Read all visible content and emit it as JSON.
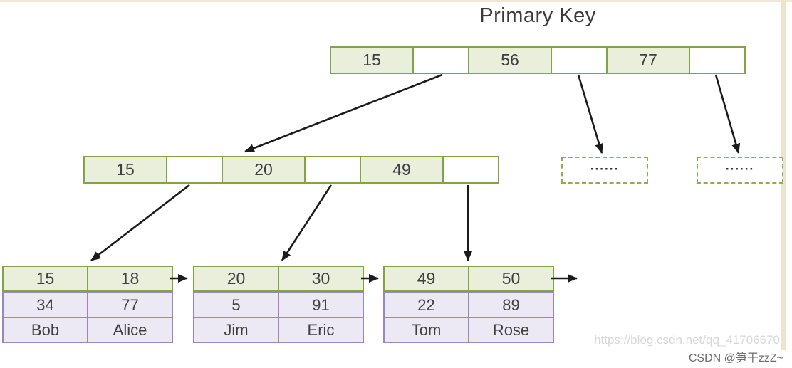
{
  "title": "Primary Key",
  "root_node": {
    "cells": [
      "15",
      "",
      "56",
      "",
      "77",
      ""
    ]
  },
  "internal_node": {
    "cells": [
      "15",
      "",
      "20",
      "",
      "49",
      ""
    ]
  },
  "dashed_node_1": {
    "label": "......"
  },
  "dashed_node_2": {
    "label": "......"
  },
  "leaf_nodes": [
    {
      "rows": [
        [
          "15",
          "18"
        ],
        [
          "34",
          "77"
        ],
        [
          "Bob",
          "Alice"
        ]
      ]
    },
    {
      "rows": [
        [
          "20",
          "30"
        ],
        [
          "5",
          "91"
        ],
        [
          "Jim",
          "Eric"
        ]
      ]
    },
    {
      "rows": [
        [
          "49",
          "50"
        ],
        [
          "22",
          "89"
        ],
        [
          "Tom",
          "Rose"
        ]
      ]
    }
  ],
  "watermark": {
    "url_text": "https://blog.csdn.net/qq_41706670",
    "author_text": "CSDN @笋干zzZ~"
  },
  "colors": {
    "key_cell_fill": "#e9efdb",
    "key_cell_border": "#83a444",
    "value_cell_fill": "#ece9f4",
    "value_cell_border": "#9b87bd",
    "arrow": "#1b1b1b"
  }
}
